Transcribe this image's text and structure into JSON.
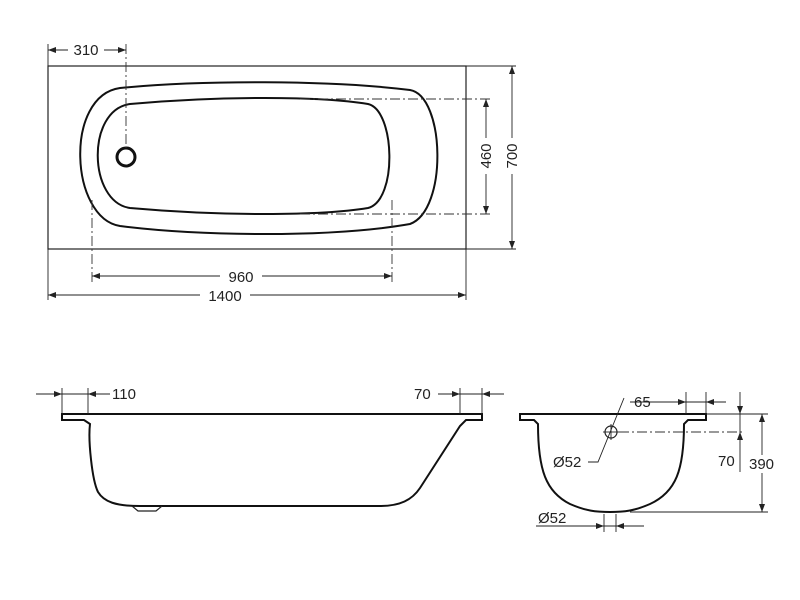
{
  "drawing": {
    "colors": {
      "line": "#222222",
      "background": "#ffffff"
    },
    "top_view": {
      "dim_drain_offset": "310",
      "dim_inner_length": "960",
      "dim_overall_length": "1400",
      "dim_inner_width": "460",
      "dim_overall_width": "700"
    },
    "side_view": {
      "dim_left_rim": "110",
      "dim_right_rim": "70"
    },
    "end_view": {
      "dim_overflow_offset": "65",
      "dim_overflow_diameter": "Ø52",
      "dim_drain_diameter": "Ø52",
      "dim_overflow_height": "70",
      "dim_overall_height": "390"
    }
  }
}
